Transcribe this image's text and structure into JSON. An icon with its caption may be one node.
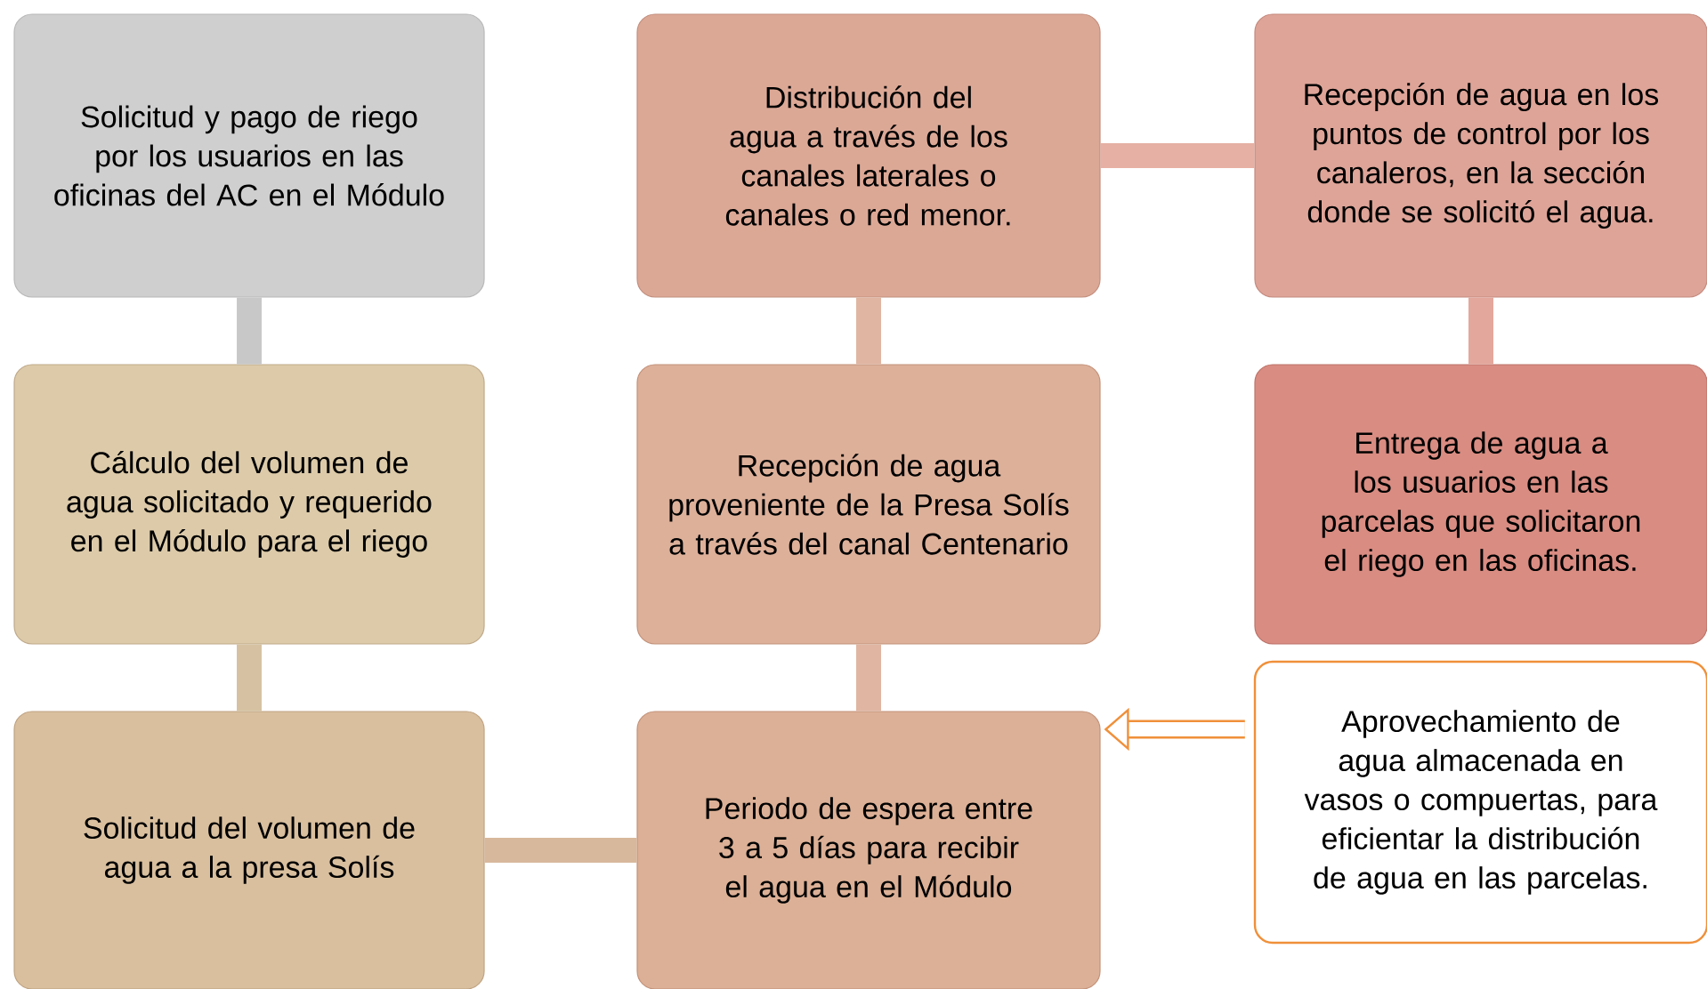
{
  "diagram": {
    "nodes": [
      {
        "text": [
          "Solicitud y pago de riego por los usuarios en las oficinas del AC en el Módulo"
        ]
      },
      {
        "text": [
          "Cálculo del volumen de agua solicitado y requerido en el Módulo para el riego"
        ]
      },
      {
        "text": [
          "Solicitud del volumen de agua a la presa Solís"
        ]
      },
      {
        "text": [
          "Periodo de espera entre 3 a 5 días para recibir el agua en el Módulo"
        ]
      },
      {
        "text": [
          "Recepción de agua proveniente de la Presa Solís a través del canal Centenario"
        ]
      },
      {
        "text": [
          "Distribución del agua a través de los canales laterales o canales o red menor."
        ]
      },
      {
        "text": [
          "Recepción de agua en los puntos de control por los canaleros, en la sección donde se solicitó el agua."
        ]
      },
      {
        "text": [
          "Entrega de agua a los usuarios en las parcelas que solicitaron el riego en las oficinas."
        ]
      },
      {
        "text": [
          "Aprovechamiento de agua almacenada en vasos o compuertas, para eficientar la distribución de agua en las parcelas."
        ]
      }
    ],
    "edges": [
      {
        "from": 0,
        "to": 1,
        "arrow": "none",
        "color": "#c8c8c8"
      },
      {
        "from": 1,
        "to": 2,
        "arrow": "none",
        "color": "#d6c2a2"
      },
      {
        "from": 2,
        "to": 3,
        "arrow": "none",
        "color": "#d8b89c"
      },
      {
        "from": 3,
        "to": 4,
        "arrow": "none",
        "color": "#e0b5a2"
      },
      {
        "from": 4,
        "to": 5,
        "arrow": "none",
        "color": "#e0b5a2"
      },
      {
        "from": 5,
        "to": 6,
        "arrow": "none",
        "color": "#e6b0a4"
      },
      {
        "from": 6,
        "to": 7,
        "arrow": "none",
        "color": "#e4a79c"
      },
      {
        "from": 8,
        "to": 3,
        "arrow": "to",
        "color": "#f0903a"
      }
    ]
  }
}
